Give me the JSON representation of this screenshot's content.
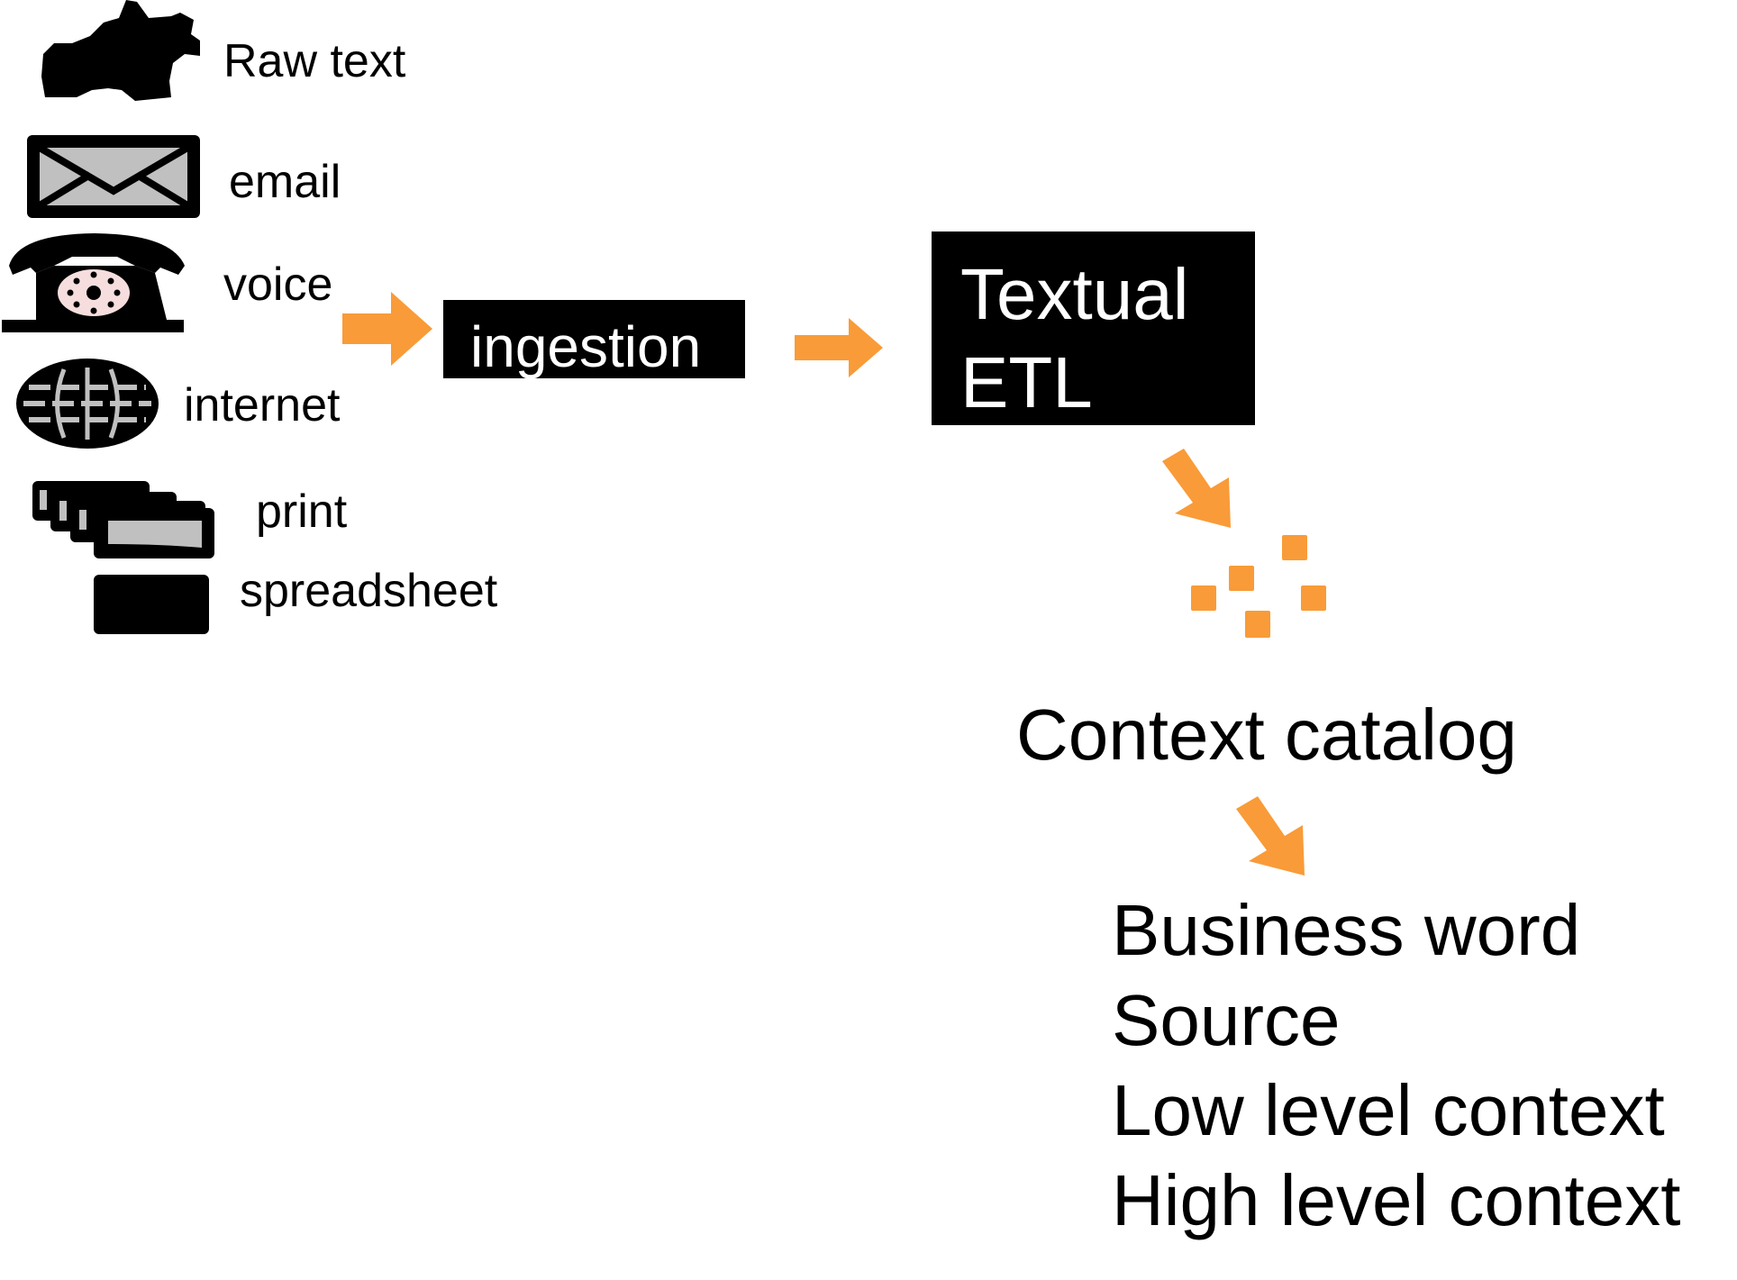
{
  "sources": [
    {
      "label": "Raw text",
      "icon": "raw-text-blob-icon"
    },
    {
      "label": "email",
      "icon": "envelope-icon"
    },
    {
      "label": "voice",
      "icon": "telephone-icon"
    },
    {
      "label": "internet",
      "icon": "globe-icon"
    },
    {
      "label": "print",
      "icon": "printer-pages-icon"
    },
    {
      "label": "spreadsheet",
      "icon": "spreadsheet-icon"
    }
  ],
  "ingestion": {
    "label": "ingestion"
  },
  "etl": {
    "line1": "Textual",
    "line2": "ETL"
  },
  "catalog": {
    "label": "Context catalog"
  },
  "outputs": [
    "Business word",
    "Source",
    "Low level context",
    "High level context"
  ],
  "colors": {
    "arrow": "#f99b38",
    "box": "#000000",
    "box_text": "#ffffff",
    "icon_fill": "#c0c0c0"
  }
}
